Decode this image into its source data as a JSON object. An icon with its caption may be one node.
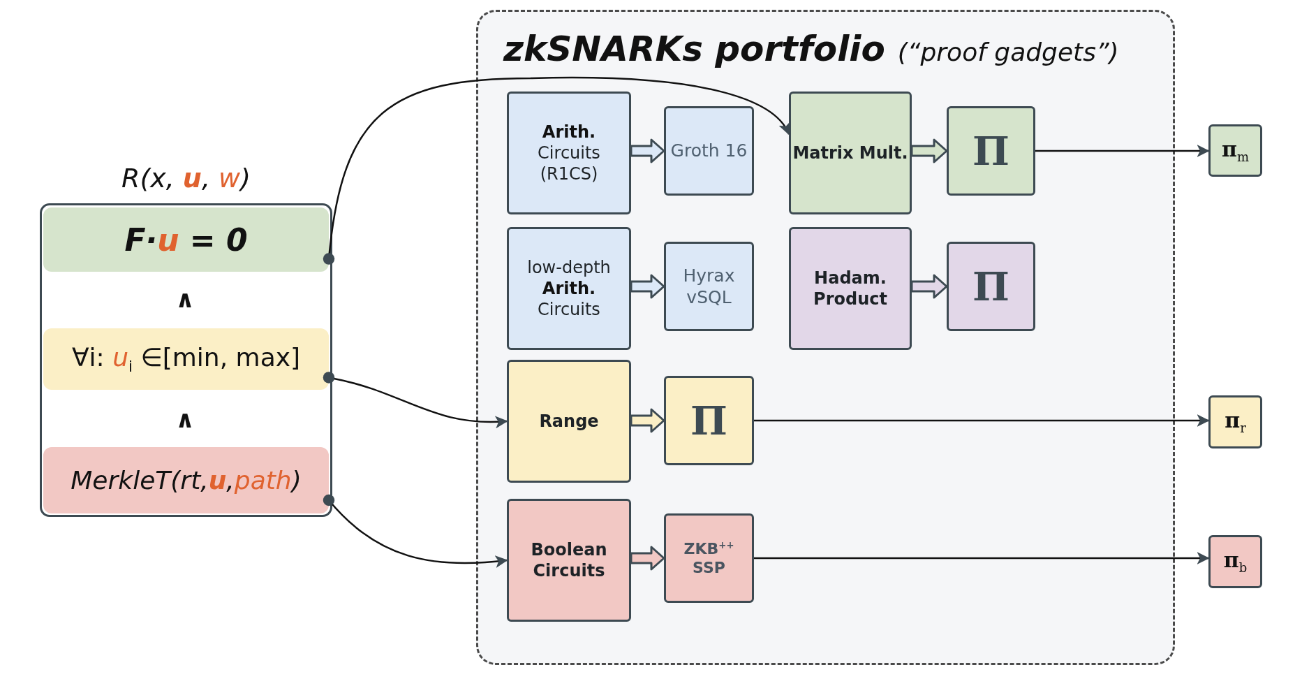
{
  "diagram": {
    "nodes": [
      {
        "text": [
          "R(x, **u**, *w*)"
        ]
      },
      {
        "text": [
          "F·**u** = 0"
        ],
        "in": 0
      },
      {
        "text": [
          "∀i: *u*$_{i}$ ∈[min, max]"
        ],
        "in": 0
      },
      {
        "text": [
          "MerkleT(rt,**u**,*path*)"
        ],
        "in": 0
      },
      {
        "text": [
          "zkSNARKs portfolio",
          "(“proof gadgets”)"
        ]
      },
      {
        "text": [
          "**Arith.** Circuits (R1CS)"
        ],
        "in": 4
      },
      {
        "text": [
          "Groth 16"
        ],
        "in": 4
      },
      {
        "text": [
          "Matrix Mult."
        ],
        "in": 4
      },
      {
        "text": [
          "Π"
        ],
        "in": 4
      },
      {
        "text": [
          "low-depth **Arith.** Circuits"
        ],
        "in": 4
      },
      {
        "text": [
          "Hyrax vSQL"
        ],
        "in": 4
      },
      {
        "text": [
          "Hadam. Product"
        ],
        "in": 4
      },
      {
        "text": [
          "Π"
        ],
        "in": 4
      },
      {
        "text": [
          "Range"
        ],
        "in": 4
      },
      {
        "text": [
          "Π"
        ],
        "in": 4
      },
      {
        "text": [
          "Boolean Circuits"
        ],
        "in": 4
      },
      {
        "text": [
          "ZKB$^{++}$ SSP"
        ],
        "in": 4
      },
      {
        "text": [
          "**π**$_{m}$"
        ]
      },
      {
        "text": [
          "**π**$_{r}$"
        ]
      },
      {
        "text": [
          "**π**$_{b}$"
        ]
      }
    ],
    "edges": [
      {
        "from": 1,
        "to": 7,
        "arrow": "to"
      },
      {
        "from": 2,
        "to": 13,
        "arrow": "to"
      },
      {
        "from": 3,
        "to": 15,
        "arrow": "to"
      },
      {
        "from": 5,
        "to": 6,
        "arrow": "to",
        "style": "thick"
      },
      {
        "from": 7,
        "to": 8,
        "arrow": "to",
        "style": "thick"
      },
      {
        "from": 9,
        "to": 10,
        "arrow": "to",
        "style": "thick"
      },
      {
        "from": 11,
        "to": 12,
        "arrow": "to",
        "style": "thick"
      },
      {
        "from": 13,
        "to": 14,
        "arrow": "to",
        "style": "thick"
      },
      {
        "from": 15,
        "to": 16,
        "arrow": "to",
        "style": "thick"
      },
      {
        "from": 8,
        "to": 17,
        "arrow": "to"
      },
      {
        "from": 14,
        "to": 18,
        "arrow": "to"
      },
      {
        "from": 16,
        "to": 19,
        "arrow": "to"
      }
    ],
    "labels": [
      "∧",
      "∧"
    ]
  }
}
